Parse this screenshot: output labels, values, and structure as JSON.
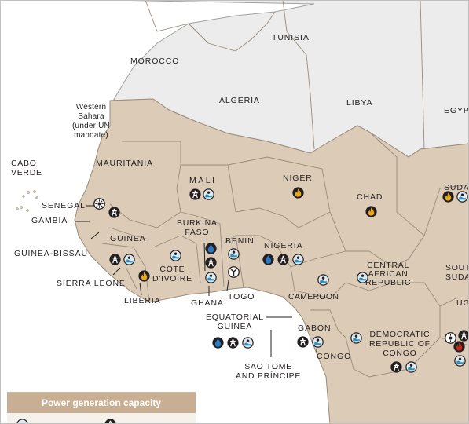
{
  "countries": {
    "tunisia": "TUNISIA",
    "morocco": "MOROCCO",
    "algeria": "ALGERIA",
    "libya": "LIBYA",
    "egypt": "EGYP",
    "western_sahara": "Western\nSahara\n(under UN\nmandate)",
    "mauritania": "MAURITANIA",
    "cabo_verde": "CABO\nVERDE",
    "mali": "MALI",
    "niger": "NIGER",
    "chad": "CHAD",
    "sudan": "SUDA",
    "senegal": "SENEGAL",
    "gambia": "GAMBIA",
    "guinea": "GUINEA",
    "guinea_bissau": "GUINEA-BISSAU",
    "burkina_faso": "BURKINA\nFASO",
    "benin": "BENIN",
    "nigeria": "NIGERIA",
    "cote_divoire": "CÔTE\nD'IVOIRE",
    "sierra_leone": "SIERRA LEONE",
    "liberia": "LIBERIA",
    "ghana": "GHANA",
    "togo": "TOGO",
    "cameroon": "CAMEROON",
    "central_african_republic": "CENTRAL\nAFRICAN\nREPUBLIC",
    "south_sudan": "SOUT\nSUDA",
    "equatorial_guinea": "EQUATORIAL\nGUINEA",
    "gabon": "GABON",
    "congo": "CONGO",
    "drc": "DEMOCRATIC\nREPUBLIC OF\nCONGO",
    "uganda": "UG",
    "sao_tome": "SAO TOME\nAND PRÍNCIPE"
  },
  "legend": {
    "title": "Power generation capacity"
  },
  "icons": {
    "solar": "sun-icon",
    "gas": "gas-flame-icon",
    "hydro": "water-drop-icon",
    "wind": "wind-turbine-icon",
    "grid": "grid-tower-icon",
    "water_plant": "water-plant-icon",
    "nuclear": "nuclear-icon"
  },
  "colors": {
    "sub_saharan_fill": "#dcccb7",
    "north_africa_fill": "#ececec",
    "ocean": "#ffffff",
    "border": "#9a8b7a",
    "flame_yellow": "#e9a71b",
    "drop_blue": "#1f5fa8",
    "icon_dark": "#231f20",
    "flame_red": "#c0281f",
    "legend_header": "#c8ae92"
  }
}
